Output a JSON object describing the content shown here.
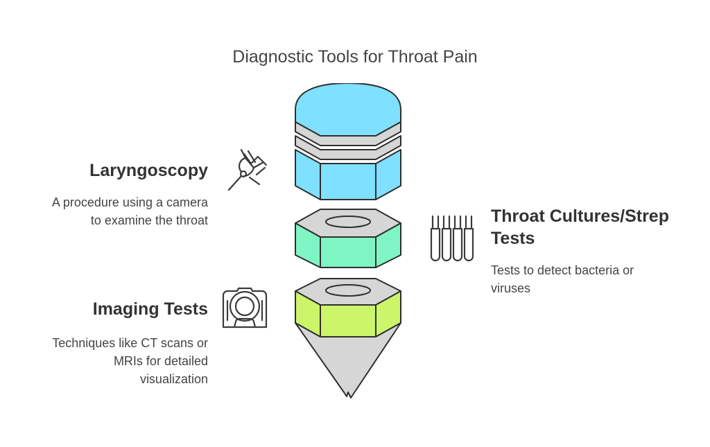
{
  "title": "Diagnostic Tools for Throat Pain",
  "items": [
    {
      "heading": "Laryngoscopy",
      "description_lines": [
        "A procedure using a camera",
        "to examine the throat"
      ],
      "icon": "laryngoscope-icon",
      "color": "#7fe0ff"
    },
    {
      "heading_lines": [
        "Throat Cultures/Strep",
        "Tests"
      ],
      "description_lines": [
        "Tests to detect bacteria or",
        "viruses"
      ],
      "icon": "test-tubes-icon",
      "color": "#7ff5c3"
    },
    {
      "heading": "Imaging Tests",
      "description_lines": [
        "Techniques like CT scans or",
        "MRIs for detailed",
        "visualization"
      ],
      "icon": "mri-scanner-icon",
      "color": "#ccf56a"
    }
  ],
  "colors": {
    "stroke": "#2e2e2e",
    "gray": "#d6d6d6"
  }
}
